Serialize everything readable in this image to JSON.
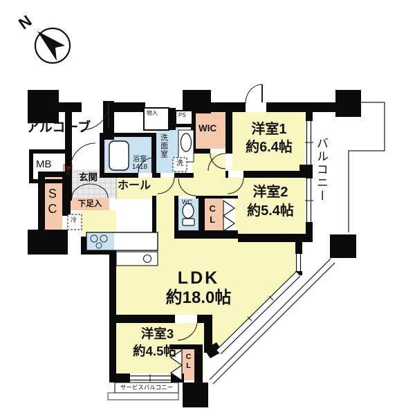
{
  "plan": {
    "compass": {
      "north_label": "N"
    },
    "outdoor": {
      "alcove": "アルコーブ",
      "balcony": "バルコニー",
      "service_balcony": "サービスバルコニー"
    },
    "rooms": {
      "ldk": {
        "name": "LDK",
        "size": "約18.0帖"
      },
      "bed1": {
        "name": "洋室1",
        "size": "約6.4帖"
      },
      "bed2": {
        "name": "洋室2",
        "size": "約5.4帖"
      },
      "bed3": {
        "name": "洋室3",
        "size": "約4.5帖"
      },
      "bath": {
        "name": "浴室",
        "size": "1418"
      },
      "entrance": "玄関",
      "hall": "ホール",
      "washroom": "洗面室",
      "wic": "WIC",
      "toilet": "WC",
      "closet_bed2": "CL",
      "closet_bed3": "CL",
      "shoe_closet": "SC",
      "shoe_box": "下足入",
      "meter_box": "MB",
      "storage_top": "物入",
      "storage_entry": "物入",
      "pipe_space": "PS",
      "washer": "洗",
      "fridge": "冷"
    },
    "colors": {
      "room_yellow": "#FAF6C0",
      "wet_blue": "#C9E2F2",
      "closet_pink": "#F5C9AC",
      "wall_black": "#0a0a0a",
      "thin_line": "#444444"
    }
  }
}
